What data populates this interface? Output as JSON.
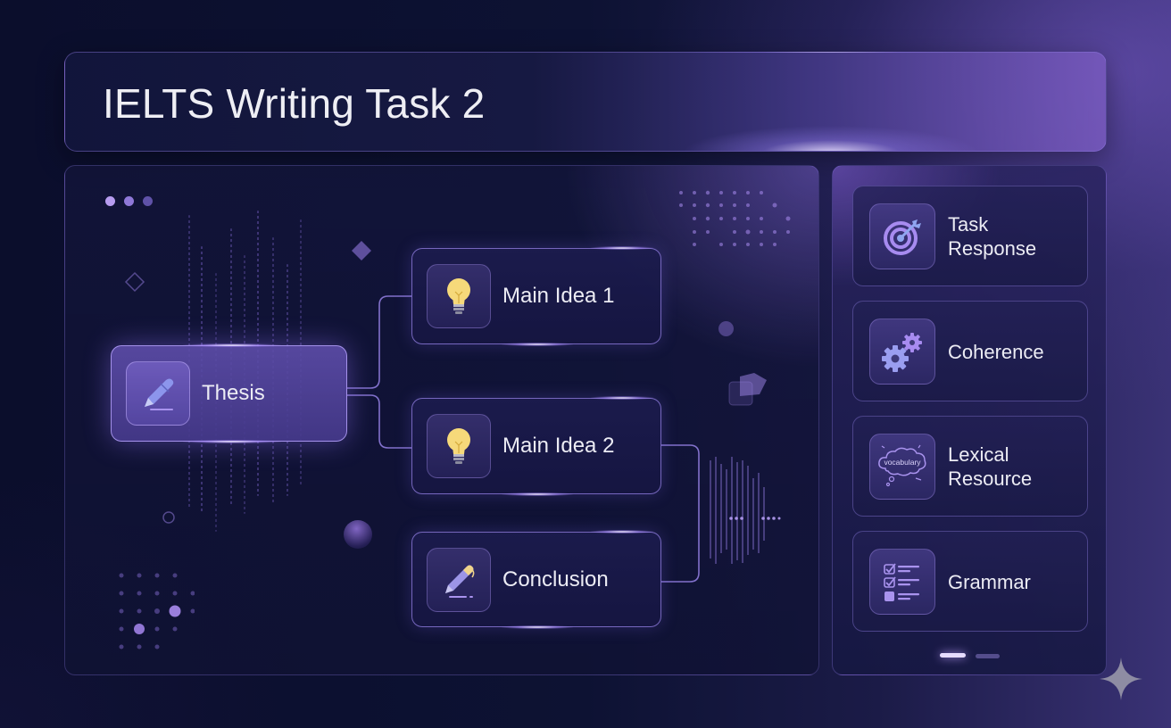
{
  "header": {
    "title": "IELTS Writing Task 2"
  },
  "diagram": {
    "window_dots": [
      "#b79cf0",
      "#8f78d8",
      "#5f52a8"
    ],
    "nodes": {
      "thesis": {
        "label": "Thesis",
        "icon": "pen-icon"
      },
      "main_idea_1": {
        "label": "Main Idea 1",
        "icon": "lightbulb-icon"
      },
      "main_idea_2": {
        "label": "Main Idea 2",
        "icon": "lightbulb-icon"
      },
      "conclusion": {
        "label": "Conclusion",
        "icon": "pencil-icon"
      }
    },
    "connections": [
      [
        "thesis",
        "main_idea_1"
      ],
      [
        "thesis",
        "main_idea_2"
      ],
      [
        "main_idea_2",
        "conclusion"
      ]
    ]
  },
  "criteria": {
    "items": [
      {
        "label_line1": "Task",
        "label_line2": "Response",
        "icon": "target-icon"
      },
      {
        "label_line1": "Coherence",
        "label_line2": "",
        "icon": "gears-icon"
      },
      {
        "label_line1": "Lexical",
        "label_line2": "Resource",
        "icon": "vocabulary-cloud-icon",
        "icon_text": "vocabulary"
      },
      {
        "label_line1": "Grammar",
        "label_line2": "",
        "icon": "checklist-icon"
      }
    ],
    "pager": {
      "active_index": 0,
      "count": 2
    }
  },
  "colors": {
    "accent": "#9a80e8",
    "accent_light": "#b9a4f5",
    "background_dark": "#0b0e2c",
    "text": "#ececf4",
    "bulb_yellow": "#f6d97a"
  }
}
